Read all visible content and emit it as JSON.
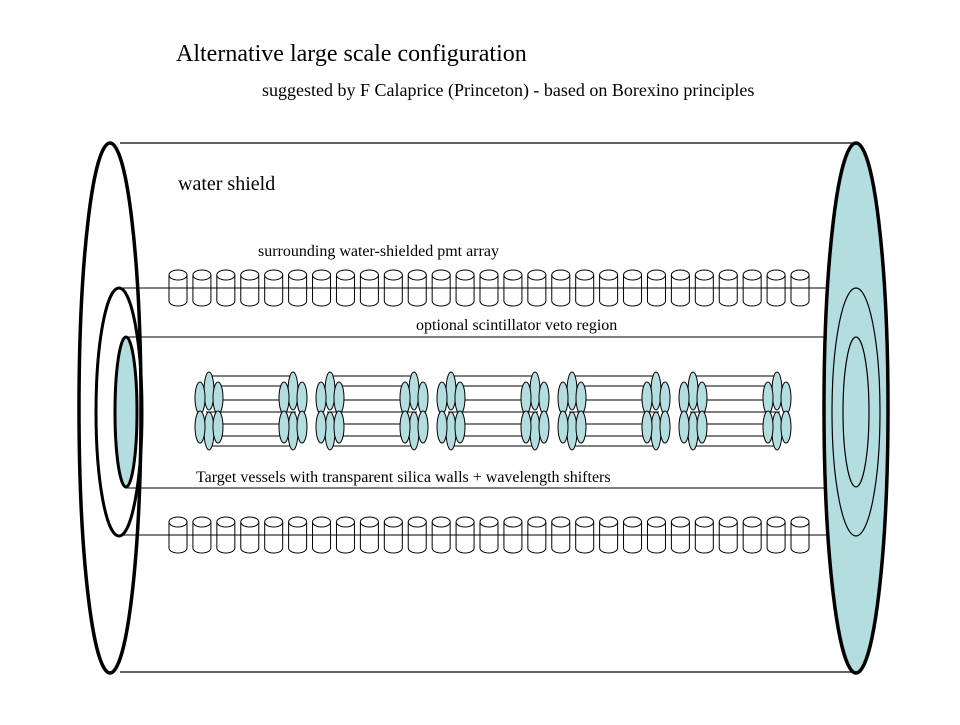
{
  "title": "Alternative large scale configuration",
  "subtitle": "suggested by F Calaprice (Princeton) - based on Borexino principles",
  "labels": {
    "water_shield": "water shield",
    "pmt_array": "surrounding water-shielded pmt array",
    "veto_region": "optional scintillator veto region",
    "target_vessels": "Target vessels with transparent silica walls + wavelength shifters"
  },
  "counts": {
    "pmt_per_row": 27,
    "pmt_rows": 2,
    "target_vessels": 5
  },
  "colors": {
    "end_cap_fill": "#b4dde0",
    "vessel_fill": "#b4dde0",
    "stroke": "#000000",
    "background": "#ffffff"
  }
}
